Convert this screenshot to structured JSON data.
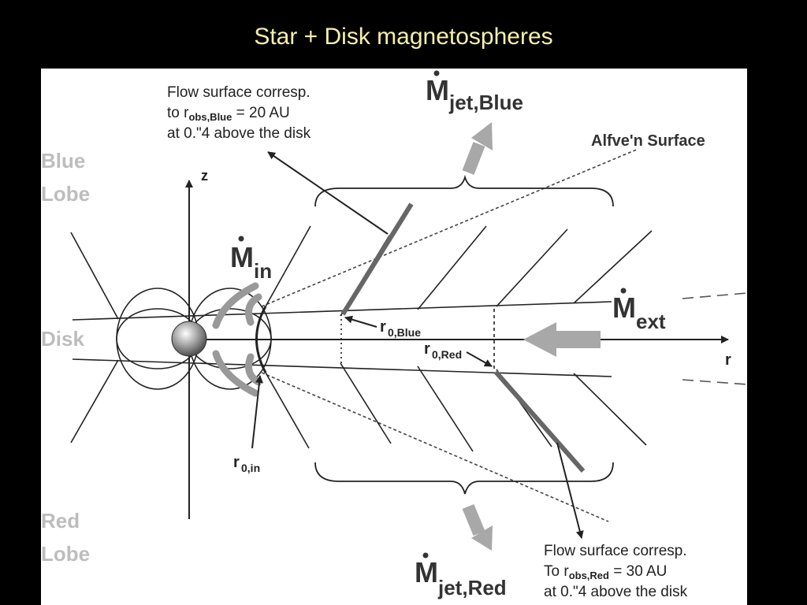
{
  "title": "Star + Disk magnetospheres",
  "labels": {
    "blue_lobe": [
      "Blue",
      "Lobe"
    ],
    "red_lobe": [
      "Red",
      "Lobe"
    ],
    "disk": "Disk",
    "z_axis": "z",
    "r_axis": "r",
    "alfven": "Alfve'n Surface"
  },
  "flow_blue": {
    "line1": "Flow surface corresp.",
    "line2_pre": "to r",
    "line2_sub": "obs,Blue",
    "line2_post": " = 20 AU",
    "line3": "at 0.\"4 above the disk"
  },
  "flow_red": {
    "line1": "Flow surface corresp.",
    "line2_pre": "To r",
    "line2_sub": "obs,Red",
    "line2_post": " = 30 AU",
    "line3": "at 0.\"4 above the disk"
  },
  "quantities": {
    "m_jet_blue": {
      "base": "M",
      "sub": "jet,Blue"
    },
    "m_jet_red": {
      "base": "M",
      "sub": "jet,Red"
    },
    "m_in": {
      "base": "M",
      "sub": "in"
    },
    "m_ext": {
      "base": "M",
      "sub": "ext"
    },
    "r0_blue": {
      "base": "r",
      "sub": "0,Blue"
    },
    "r0_red": {
      "base": "r",
      "sub": "0,Red"
    },
    "r0_in": {
      "base": "r",
      "sub": "0,in"
    }
  },
  "colors": {
    "background": "#000000",
    "title": "#f6f0a8",
    "panel": "#ffffff",
    "ink": "#222222",
    "gray_arrow": "#a8a8a8",
    "side_label": "#bdbdbd"
  }
}
